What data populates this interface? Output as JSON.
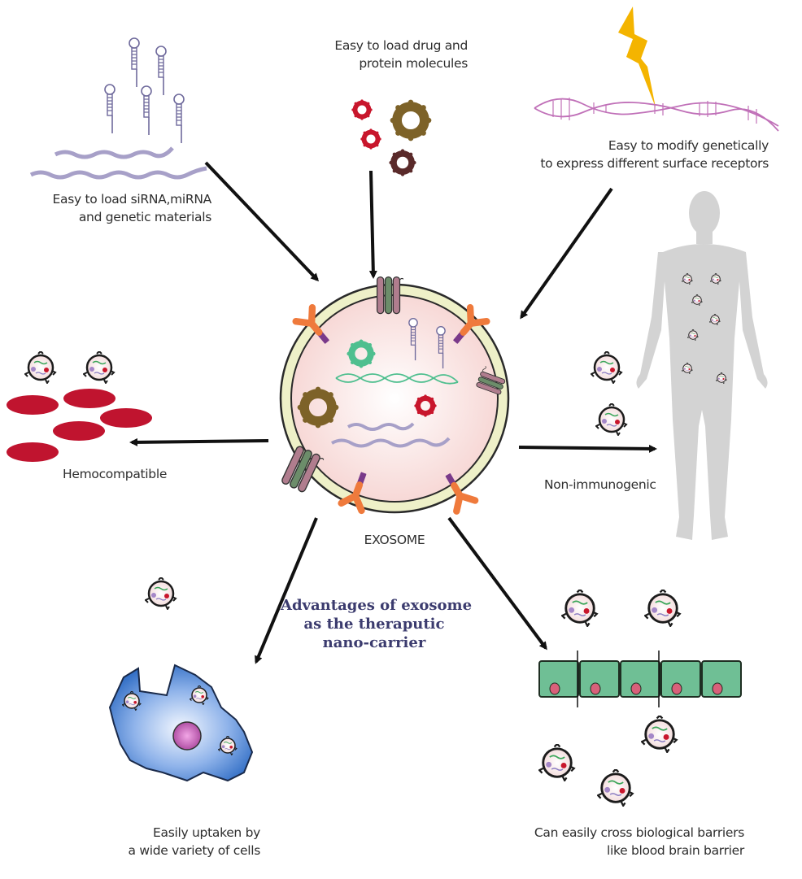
{
  "diagram": {
    "title_lines": [
      "Advantages of exosome",
      "as the theraputic",
      "nano-carrier"
    ],
    "center_label": "EXOSOME",
    "features": [
      {
        "id": "genetic",
        "lines": [
          "Easy to load siRNA,miRNA",
          "and genetic materials"
        ],
        "direction": "inward"
      },
      {
        "id": "drug",
        "lines": [
          "Easy to load drug and",
          "protein molecules"
        ],
        "direction": "inward"
      },
      {
        "id": "modify",
        "lines": [
          "Easy to modify genetically",
          "to express different surface receptors"
        ],
        "direction": "inward"
      },
      {
        "id": "hemo",
        "lines": [
          "Hemocompatible"
        ],
        "direction": "outward"
      },
      {
        "id": "immuno",
        "lines": [
          "Non-immunogenic"
        ],
        "direction": "outward"
      },
      {
        "id": "uptake",
        "lines": [
          "Easily uptaken by",
          "a wide variety of cells"
        ],
        "direction": "outward"
      },
      {
        "id": "barrier",
        "lines": [
          "Can easily cross biological barriers",
          "like blood brain barrier"
        ],
        "direction": "outward"
      }
    ],
    "icons": {
      "genetic": "rna-hairpin-icon",
      "drug": "drug-molecule-icon",
      "modify": "dna-lightning-icon",
      "hemo": "red-blood-cells-icon",
      "immuno": "human-body-icon",
      "uptake": "cell-icon",
      "barrier": "cell-barrier-icon"
    },
    "colors": {
      "title": "#3b3b6e",
      "membrane": "#eef0c8",
      "lumen": "#fbe3e1",
      "rbc": "#c0142f",
      "drug_red": "#c8162c",
      "drug_brown": "#7d6228",
      "drug_dark": "#5a2a2a",
      "protein_green": "#4fbf8f",
      "rna_purple": "#7b70b0",
      "dna_pink": "#c070b8",
      "lightning": "#f4b400",
      "body_gray": "#d3d3d3",
      "cell_blue": "#3d7fcf",
      "barrier_green": "#6fbf95",
      "nucleus_pink": "#d8607a"
    }
  }
}
